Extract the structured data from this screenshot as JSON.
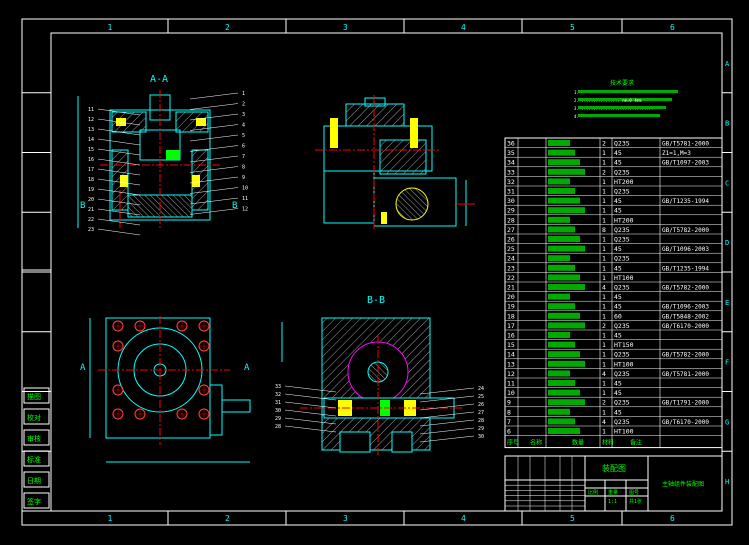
{
  "frame": {
    "col_labels": [
      "1",
      "2",
      "3",
      "4",
      "5",
      "6"
    ],
    "row_labels": [
      "A",
      "B",
      "C",
      "D",
      "E",
      "F",
      "G",
      "H"
    ]
  },
  "views": {
    "section_aa": "A-A",
    "section_bb": "B-B",
    "cut_letter_a": "A",
    "cut_letter_b": "B"
  },
  "balloons_aa": {
    "left": [
      "11",
      "12",
      "13",
      "14",
      "15",
      "16",
      "17",
      "18",
      "19",
      "20",
      "21",
      "22",
      "23"
    ],
    "right": [
      "1",
      "2",
      "3",
      "4",
      "5",
      "6",
      "7",
      "8",
      "9",
      "10",
      "11",
      "12"
    ]
  },
  "balloons_bb": {
    "left": [
      "33",
      "32",
      "31",
      "30",
      "29",
      "28"
    ],
    "right": [
      "24",
      "25",
      "26",
      "27",
      "28",
      "29",
      "30"
    ]
  },
  "notes": {
    "heading": "技术要求",
    "lines": [
      "1.",
      "2. ................ nm=0.4mm",
      "3. ..............................",
      "4."
    ]
  },
  "bom": {
    "rows": [
      [
        "36",
        "",
        "2",
        "Q235",
        "GB/T5781-2000"
      ],
      [
        "35",
        "",
        "1",
        "45",
        "Z1=1,M=3"
      ],
      [
        "34",
        "",
        "1",
        "45",
        "GB/T1097-2003"
      ],
      [
        "33",
        "",
        "2",
        "Q235",
        ""
      ],
      [
        "32",
        "",
        "1",
        "HT200",
        ""
      ],
      [
        "31",
        "",
        "1",
        "Q235",
        ""
      ],
      [
        "30",
        "",
        "1",
        "45",
        "GB/T1235-1994"
      ],
      [
        "29",
        "",
        "1",
        "45",
        ""
      ],
      [
        "28",
        "",
        "1",
        "HT200",
        ""
      ],
      [
        "27",
        "",
        "8",
        "Q235",
        "GB/T5782-2000"
      ],
      [
        "26",
        "",
        "1",
        "Q235",
        ""
      ],
      [
        "25",
        "",
        "1",
        "45",
        "GB/T1096-2003"
      ],
      [
        "24",
        "",
        "1",
        "Q235",
        ""
      ],
      [
        "23",
        "",
        "1",
        "45",
        "GB/T1235-1994"
      ],
      [
        "22",
        "",
        "1",
        "HT100",
        ""
      ],
      [
        "21",
        "",
        "4",
        "Q235",
        "GB/T5782-2000"
      ],
      [
        "20",
        "",
        "1",
        "45",
        ""
      ],
      [
        "19",
        "",
        "1",
        "45",
        "GB/T1096-2003"
      ],
      [
        "18",
        "",
        "1",
        "60",
        "GB/T5848-2002"
      ],
      [
        "17",
        "",
        "2",
        "Q235",
        "GB/T6170-2000"
      ],
      [
        "16",
        "",
        "1",
        "45",
        ""
      ],
      [
        "15",
        "",
        "1",
        "HT150",
        ""
      ],
      [
        "14",
        "",
        "1",
        "Q235",
        "GB/T5782-2000"
      ],
      [
        "13",
        "",
        "1",
        "HT100",
        ""
      ],
      [
        "12",
        "",
        "4",
        "Q235",
        "GB/T5781-2000"
      ],
      [
        "11",
        "",
        "1",
        "45",
        ""
      ],
      [
        "10",
        "",
        "1",
        "45",
        ""
      ],
      [
        "9",
        "",
        "2",
        "Q235",
        "GB/T1791-2000"
      ],
      [
        "8",
        "",
        "1",
        "45",
        ""
      ],
      [
        "7",
        "",
        "4",
        "Q235",
        "GB/T6170-2000"
      ],
      [
        "6",
        "",
        "1",
        "HT100",
        ""
      ]
    ],
    "header": [
      "序号",
      "名称",
      "数量",
      "材料",
      "备注"
    ]
  },
  "title_block": {
    "drawing_name": "装配图",
    "project_name": "主轴组件装配图",
    "scale_label": "比例",
    "weight_label": "重量",
    "sheet_label": "图号",
    "scale_value": "1:1",
    "sheet_value": "共1张"
  },
  "side_strip": [
    "描图",
    "校对",
    "审核",
    "标准",
    "日期",
    "签字"
  ],
  "colors": {
    "frame": "#ffffff",
    "geometry": "#00ffff",
    "centerline": "#ff0000",
    "hatch": "#aaaaaa",
    "leader": "#ff00ff",
    "bom_text": "#ffffff",
    "bom_highlight": "#00ff00",
    "bolt_yellow": "#ffff00",
    "bom_grid": "#ffffff"
  }
}
